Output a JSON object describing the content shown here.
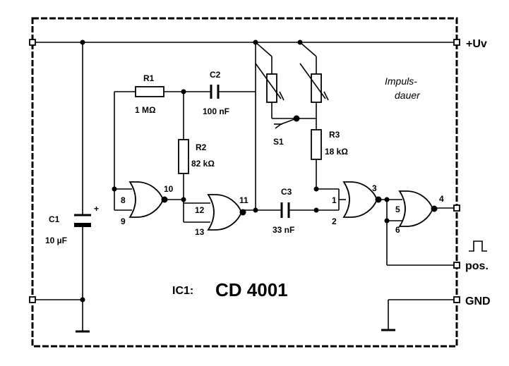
{
  "terminals": {
    "supply": "+Uv",
    "output": "pos.",
    "ground": "GND"
  },
  "ic": {
    "prefix": "IC1:",
    "part": "CD 4001"
  },
  "annotation": {
    "line1": "Impuls-",
    "line2": "dauer"
  },
  "components": {
    "r1": {
      "ref": "R1",
      "value": "1 MΩ"
    },
    "r2": {
      "ref": "R2",
      "value": "82 kΩ"
    },
    "r3": {
      "ref": "R3",
      "value": "18 kΩ"
    },
    "c1": {
      "ref": "C1",
      "value": "10 µF",
      "polarity": "+"
    },
    "c2": {
      "ref": "C2",
      "value": "100 nF"
    },
    "c3": {
      "ref": "C3",
      "value": "33 nF"
    },
    "s1": {
      "ref": "S1"
    }
  },
  "pins": {
    "p1": "1",
    "p2": "2",
    "p3": "3",
    "p4": "4",
    "p5": "5",
    "p6": "6",
    "p8": "8",
    "p9": "9",
    "p10": "10",
    "p11": "11",
    "p12": "12",
    "p13": "13"
  }
}
